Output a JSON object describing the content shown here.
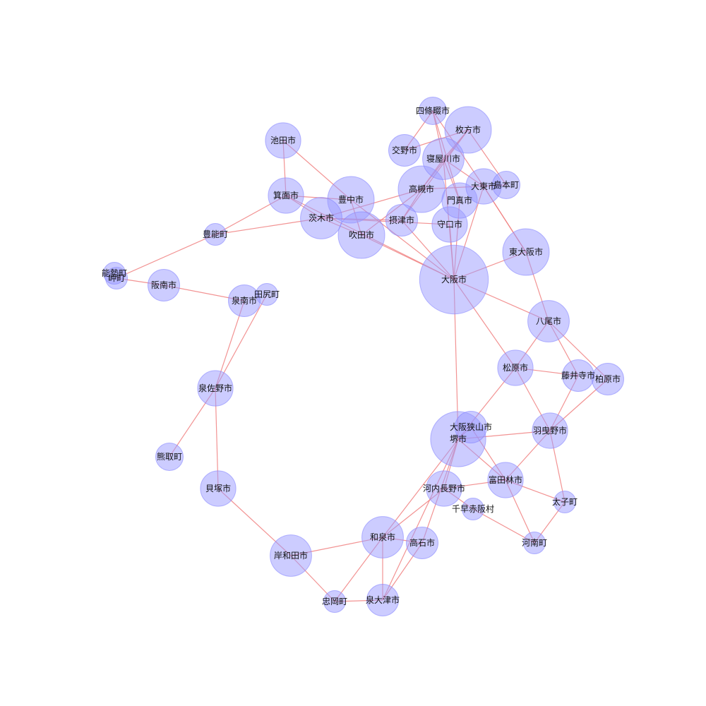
{
  "colors": {
    "edge": "#f08080",
    "node_fill": "#9999ff",
    "node_stroke": "#8080ff",
    "label": "#111111",
    "background": "#ffffff"
  },
  "nodes": [
    {
      "id": "osaka",
      "label": "大阪市",
      "weight": 10
    },
    {
      "id": "sakai",
      "label": "堺市",
      "weight": 6
    },
    {
      "id": "higashiosaka",
      "label": "東大阪市",
      "weight": 4
    },
    {
      "id": "hirakata",
      "label": "枚方市",
      "weight": 4
    },
    {
      "id": "toyonaka",
      "label": "豊中市",
      "weight": 4
    },
    {
      "id": "suita",
      "label": "吹田市",
      "weight": 4
    },
    {
      "id": "takatsuki",
      "label": "高槻市",
      "weight": 4
    },
    {
      "id": "ibaraki",
      "label": "茨木市",
      "weight": 3
    },
    {
      "id": "yao",
      "label": "八尾市",
      "weight": 3
    },
    {
      "id": "neyagawa",
      "label": "寝屋川市",
      "weight": 3
    },
    {
      "id": "kishiwada",
      "label": "岸和田市",
      "weight": 3
    },
    {
      "id": "izumi",
      "label": "和泉市",
      "weight": 3
    },
    {
      "id": "minoo",
      "label": "箕面市",
      "weight": 2
    },
    {
      "id": "ikeda",
      "label": "池田市",
      "weight": 2
    },
    {
      "id": "moriguchi",
      "label": "守口市",
      "weight": 2
    },
    {
      "id": "kadoma",
      "label": "門真市",
      "weight": 2
    },
    {
      "id": "settsu",
      "label": "摂津市",
      "weight": 1.5
    },
    {
      "id": "daito",
      "label": "大東市",
      "weight": 2
    },
    {
      "id": "shijonawate",
      "label": "四條畷市",
      "weight": 1
    },
    {
      "id": "katano",
      "label": "交野市",
      "weight": 1.5
    },
    {
      "id": "shimamoto",
      "label": "島本町",
      "weight": 1
    },
    {
      "id": "matsubara",
      "label": "松原市",
      "weight": 2
    },
    {
      "id": "fujiidera",
      "label": "藤井寺市",
      "weight": 1.5
    },
    {
      "id": "kashiwara",
      "label": "柏原市",
      "weight": 1.5
    },
    {
      "id": "habikino",
      "label": "羽曳野市",
      "weight": 2
    },
    {
      "id": "osakasayama",
      "label": "大阪狭山市",
      "weight": 1.5
    },
    {
      "id": "tondabayashi",
      "label": "富田林市",
      "weight": 2
    },
    {
      "id": "kawachinagano",
      "label": "河内長野市",
      "weight": 2
    },
    {
      "id": "chihayaakasaka",
      "label": "千早赤阪村",
      "weight": 0.5
    },
    {
      "id": "taishi",
      "label": "太子町",
      "weight": 0.5
    },
    {
      "id": "kanan",
      "label": "河南町",
      "weight": 0.5
    },
    {
      "id": "takaishi",
      "label": "高石市",
      "weight": 1.5
    },
    {
      "id": "izumiotsu",
      "label": "泉大津市",
      "weight": 1.5
    },
    {
      "id": "tadaoka",
      "label": "忠岡町",
      "weight": 0.5
    },
    {
      "id": "kaizuka",
      "label": "貝塚市",
      "weight": 2
    },
    {
      "id": "izumisano",
      "label": "泉佐野市",
      "weight": 2
    },
    {
      "id": "kumatori",
      "label": "熊取町",
      "weight": 1
    },
    {
      "id": "tajiri",
      "label": "田尻町",
      "weight": 0.5
    },
    {
      "id": "sennan",
      "label": "泉南市",
      "weight": 1.5
    },
    {
      "id": "hannan",
      "label": "阪南市",
      "weight": 1.5
    },
    {
      "id": "misaki",
      "label": "岬町",
      "weight": 0.5
    },
    {
      "id": "nose",
      "label": "能勢町",
      "weight": 0.5
    },
    {
      "id": "toyono",
      "label": "豊能町",
      "weight": 0.5
    }
  ],
  "edges": [
    [
      "osaka",
      "sakai"
    ],
    [
      "osaka",
      "higashiosaka"
    ],
    [
      "osaka",
      "yao"
    ],
    [
      "osaka",
      "matsubara"
    ],
    [
      "osaka",
      "toyonaka"
    ],
    [
      "osaka",
      "suita"
    ],
    [
      "osaka",
      "moriguchi"
    ],
    [
      "osaka",
      "kadoma"
    ],
    [
      "osaka",
      "daito"
    ],
    [
      "osaka",
      "settsu"
    ],
    [
      "osaka",
      "neyagawa"
    ],
    [
      "osaka",
      "minoo"
    ],
    [
      "sakai",
      "matsubara"
    ],
    [
      "sakai",
      "habikino"
    ],
    [
      "sakai",
      "osakasayama"
    ],
    [
      "sakai",
      "tondabayashi"
    ],
    [
      "sakai",
      "kawachinagano"
    ],
    [
      "sakai",
      "izumi"
    ],
    [
      "sakai",
      "takaishi"
    ],
    [
      "sakai",
      "izumiotsu"
    ],
    [
      "higashiosaka",
      "daito"
    ],
    [
      "higashiosaka",
      "yao"
    ],
    [
      "yao",
      "matsubara"
    ],
    [
      "yao",
      "fujiidera"
    ],
    [
      "yao",
      "kashiwara"
    ],
    [
      "matsubara",
      "fujiidera"
    ],
    [
      "matsubara",
      "habikino"
    ],
    [
      "fujiidera",
      "habikino"
    ],
    [
      "kashiwara",
      "habikino"
    ],
    [
      "habikino",
      "tondabayashi"
    ],
    [
      "habikino",
      "taishi"
    ],
    [
      "tondabayashi",
      "kawachinagano"
    ],
    [
      "tondabayashi",
      "taishi"
    ],
    [
      "tondabayashi",
      "kanan"
    ],
    [
      "tondabayashi",
      "osakasayama"
    ],
    [
      "taishi",
      "kanan"
    ],
    [
      "kawachinagano",
      "chihayaakasaka"
    ],
    [
      "kawachinagano",
      "izumi"
    ],
    [
      "chihayaakasaka",
      "kanan"
    ],
    [
      "izumi",
      "takaishi"
    ],
    [
      "izumi",
      "izumiotsu"
    ],
    [
      "izumi",
      "kishiwada"
    ],
    [
      "izumi",
      "tadaoka"
    ],
    [
      "takaishi",
      "izumiotsu"
    ],
    [
      "izumiotsu",
      "tadaoka"
    ],
    [
      "kishiwada",
      "tadaoka"
    ],
    [
      "kishiwada",
      "kaizuka"
    ],
    [
      "kaizuka",
      "izumisano"
    ],
    [
      "izumisano",
      "kumatori"
    ],
    [
      "izumisano",
      "sennan"
    ],
    [
      "izumisano",
      "tajiri"
    ],
    [
      "sennan",
      "hannan"
    ],
    [
      "hannan",
      "misaki"
    ],
    [
      "misaki",
      "toyono"
    ],
    [
      "toyono",
      "minoo"
    ],
    [
      "toyono",
      "ibaraki"
    ],
    [
      "minoo",
      "ikeda"
    ],
    [
      "minoo",
      "toyonaka"
    ],
    [
      "minoo",
      "ibaraki"
    ],
    [
      "ikeda",
      "toyonaka"
    ],
    [
      "toyonaka",
      "suita"
    ],
    [
      "ibaraki",
      "suita"
    ],
    [
      "ibaraki",
      "settsu"
    ],
    [
      "ibaraki",
      "takatsuki"
    ],
    [
      "ibaraki",
      "moriguchi"
    ],
    [
      "suita",
      "takatsuki"
    ],
    [
      "settsu",
      "takatsuki"
    ],
    [
      "settsu",
      "hirakata"
    ],
    [
      "takatsuki",
      "neyagawa"
    ],
    [
      "takatsuki",
      "hirakata"
    ],
    [
      "takatsuki",
      "shimamoto"
    ],
    [
      "hirakata",
      "neyagawa"
    ],
    [
      "hirakata",
      "katano"
    ],
    [
      "hirakata",
      "shimamoto"
    ],
    [
      "neyagawa",
      "shijonawate"
    ],
    [
      "neyagawa",
      "kadoma"
    ],
    [
      "neyagawa",
      "daito"
    ],
    [
      "shijonawate",
      "katano"
    ],
    [
      "shijonawate",
      "daito"
    ],
    [
      "shijonawate",
      "kadoma"
    ],
    [
      "daito",
      "higashiosaka"
    ]
  ]
}
